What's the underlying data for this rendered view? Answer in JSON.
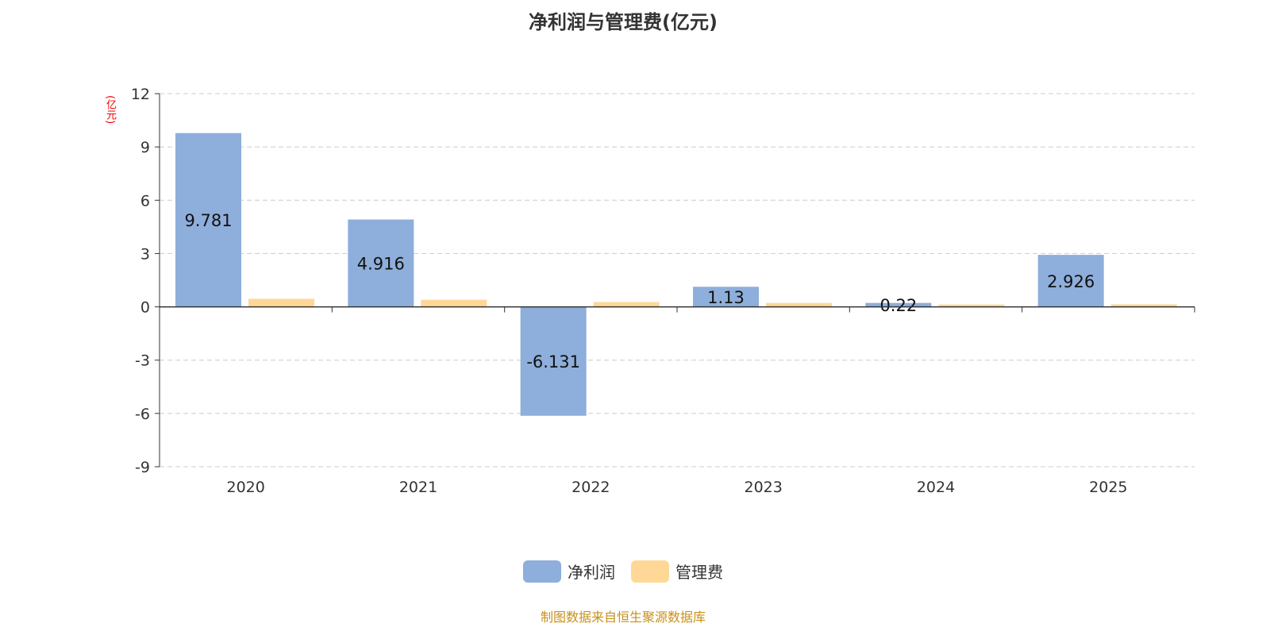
{
  "chart_data": {
    "type": "bar",
    "title": "净利润与管理费(亿元)",
    "ylabel": "(亿元)",
    "xlabel": "",
    "categories": [
      "2020",
      "2021",
      "2022",
      "2023",
      "2024",
      "2025"
    ],
    "series": [
      {
        "name": "净利润",
        "color": "#8eaedb",
        "values": [
          9.781,
          4.916,
          -6.131,
          1.13,
          0.22,
          2.926
        ],
        "labels": [
          "9.781",
          "4.916",
          "-6.131",
          "1.13",
          "0.22",
          "2.926"
        ]
      },
      {
        "name": "管理费",
        "color": "#ffd897",
        "values": [
          0.45,
          0.4,
          0.27,
          0.22,
          0.13,
          0.14
        ]
      }
    ],
    "ylim": [
      -9,
      12
    ],
    "yticks": [
      12,
      9,
      6,
      3,
      0,
      -3,
      -6,
      -9
    ],
    "grid": true,
    "legend": "bottom-center"
  },
  "footer": "制图数据来自恒生聚源数据库"
}
